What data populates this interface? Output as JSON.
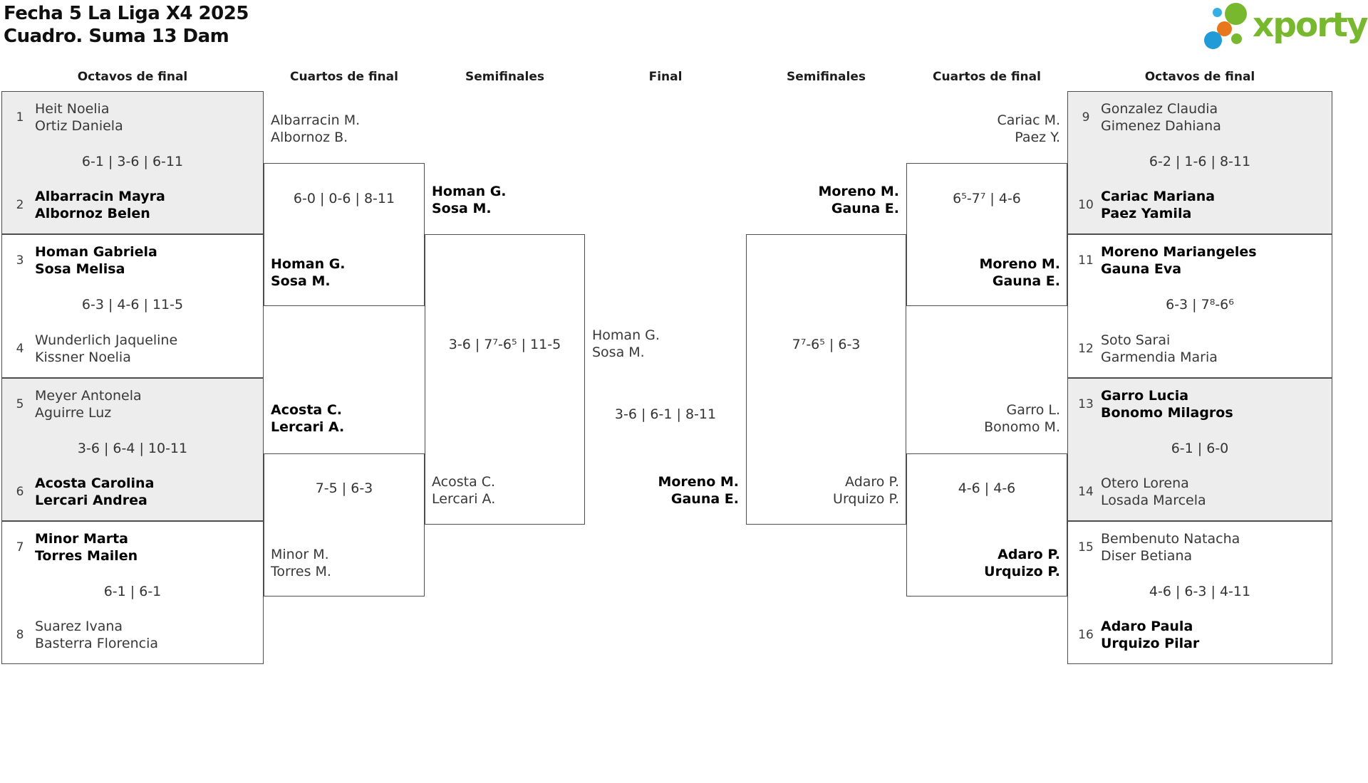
{
  "title": {
    "line1": "Fecha 5 La Liga X4 2025",
    "line2": "Cuadro. Suma 13 Dam"
  },
  "logo": {
    "brand": "xporty",
    "green": "#77b82e",
    "blue": "#29abe2",
    "orange": "#e8761d"
  },
  "headers": [
    "Octavos de final",
    "Cuartos de final",
    "Semifinales",
    "Final",
    "Semifinales",
    "Cuartos de final",
    "Octavos de final"
  ],
  "bracket": {
    "octavos_left": [
      {
        "shaded": true,
        "teamA": {
          "seed": "1",
          "line1": "Heit Noelia",
          "line2": "Ortiz Daniela",
          "winner": false
        },
        "score": "6-1 | 3-6 | 6-11",
        "teamB": {
          "seed": "2",
          "line1": "Albarracin Mayra",
          "line2": "Albornoz Belen",
          "winner": true
        }
      },
      {
        "shaded": false,
        "teamA": {
          "seed": "3",
          "line1": "Homan Gabriela",
          "line2": "Sosa Melisa",
          "winner": true
        },
        "score": "6-3 | 4-6 | 11-5",
        "teamB": {
          "seed": "4",
          "line1": "Wunderlich Jaqueline",
          "line2": "Kissner Noelia",
          "winner": false
        }
      },
      {
        "shaded": true,
        "teamA": {
          "seed": "5",
          "line1": "Meyer Antonela",
          "line2": "Aguirre Luz",
          "winner": false
        },
        "score": "3-6 | 6-4 | 10-11",
        "teamB": {
          "seed": "6",
          "line1": "Acosta Carolina",
          "line2": "Lercari Andrea",
          "winner": true
        }
      },
      {
        "shaded": false,
        "teamA": {
          "seed": "7",
          "line1": "Minor Marta",
          "line2": "Torres Mailen",
          "winner": true
        },
        "score": "6-1 | 6-1",
        "teamB": {
          "seed": "8",
          "line1": "Suarez Ivana",
          "line2": "Basterra Florencia",
          "winner": false
        }
      }
    ],
    "octavos_right": [
      {
        "shaded": true,
        "teamA": {
          "seed": "9",
          "line1": "Gonzalez Claudia",
          "line2": "Gimenez Dahiana",
          "winner": false
        },
        "score": "6-2 | 1-6 | 8-11",
        "teamB": {
          "seed": "10",
          "line1": "Cariac Mariana",
          "line2": "Paez Yamila",
          "winner": true
        }
      },
      {
        "shaded": false,
        "teamA": {
          "seed": "11",
          "line1": "Moreno Mariangeles",
          "line2": "Gauna Eva",
          "winner": true
        },
        "score": "6-3 | 7⁸-6⁶",
        "teamB": {
          "seed": "12",
          "line1": "Soto Sarai",
          "line2": "Garmendia Maria",
          "winner": false
        }
      },
      {
        "shaded": true,
        "teamA": {
          "seed": "13",
          "line1": "Garro Lucia",
          "line2": "Bonomo Milagros",
          "winner": true
        },
        "score": "6-1 | 6-0",
        "teamB": {
          "seed": "14",
          "line1": "Otero Lorena",
          "line2": "Losada Marcela",
          "winner": false
        }
      },
      {
        "shaded": false,
        "teamA": {
          "seed": "15",
          "line1": "Bembenuto Natacha",
          "line2": "Diser Betiana",
          "winner": false
        },
        "score": "4-6 | 6-3 | 4-11",
        "teamB": {
          "seed": "16",
          "line1": "Adaro Paula",
          "line2": "Urquizo Pilar",
          "winner": true
        }
      }
    ],
    "quarters_left": [
      {
        "top": {
          "line1": "Albarracin M.",
          "line2": "Albornoz B.",
          "winner": false
        },
        "score": "6-0 | 0-6 | 8-11",
        "bottom": {
          "line1": "Homan G.",
          "line2": "Sosa M.",
          "winner": true
        }
      },
      {
        "top": {
          "line1": "Acosta C.",
          "line2": "Lercari A.",
          "winner": true
        },
        "score": "7-5 | 6-3",
        "bottom": {
          "line1": "Minor M.",
          "line2": "Torres M.",
          "winner": false
        }
      }
    ],
    "semis_left": {
      "top": {
        "line1": "Homan G.",
        "line2": "Sosa M.",
        "winner": true
      },
      "score": "3-6 | 7⁷-6⁵ | 11-5",
      "bottom": {
        "line1": "Acosta C.",
        "line2": "Lercari A.",
        "winner": false
      }
    },
    "final": {
      "top": {
        "line1": "Homan G.",
        "line2": "Sosa M.",
        "winner": false
      },
      "score": "3-6 | 6-1 | 8-11",
      "bottom": {
        "line1": "Moreno M.",
        "line2": "Gauna E.",
        "winner": true
      }
    },
    "semis_right": {
      "top": {
        "line1": "Moreno M.",
        "line2": "Gauna E.",
        "winner": true
      },
      "score": "7⁷-6⁵ | 6-3",
      "bottom": {
        "line1": "Adaro P.",
        "line2": "Urquizo P.",
        "winner": false
      }
    },
    "quarters_right": [
      {
        "top": {
          "line1": "Cariac M.",
          "line2": "Paez Y.",
          "winner": false
        },
        "score": "6⁵-7⁷ | 4-6",
        "bottom": {
          "line1": "Moreno M.",
          "line2": "Gauna E.",
          "winner": true
        }
      },
      {
        "top": {
          "line1": "Garro L.",
          "line2": "Bonomo M.",
          "winner": false
        },
        "score": "4-6 | 4-6",
        "bottom": {
          "line1": "Adaro P.",
          "line2": "Urquizo P.",
          "winner": true
        }
      }
    ]
  }
}
